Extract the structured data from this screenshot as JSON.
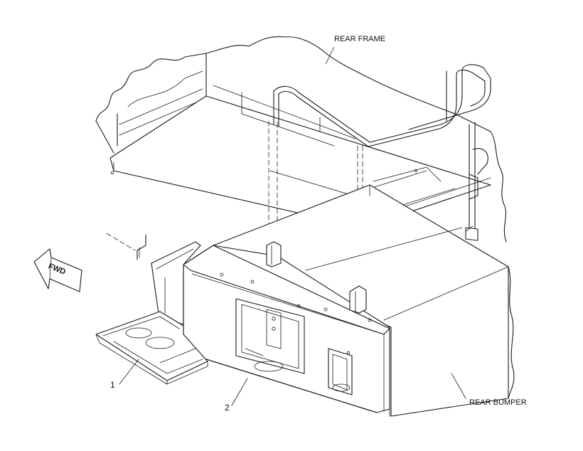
{
  "labels": {
    "rear_frame": "REAR FRAME",
    "rear_bumper": "REAR BUMPER",
    "callout_1": "1",
    "callout_2": "2",
    "fwd_arrow": "FWD"
  }
}
